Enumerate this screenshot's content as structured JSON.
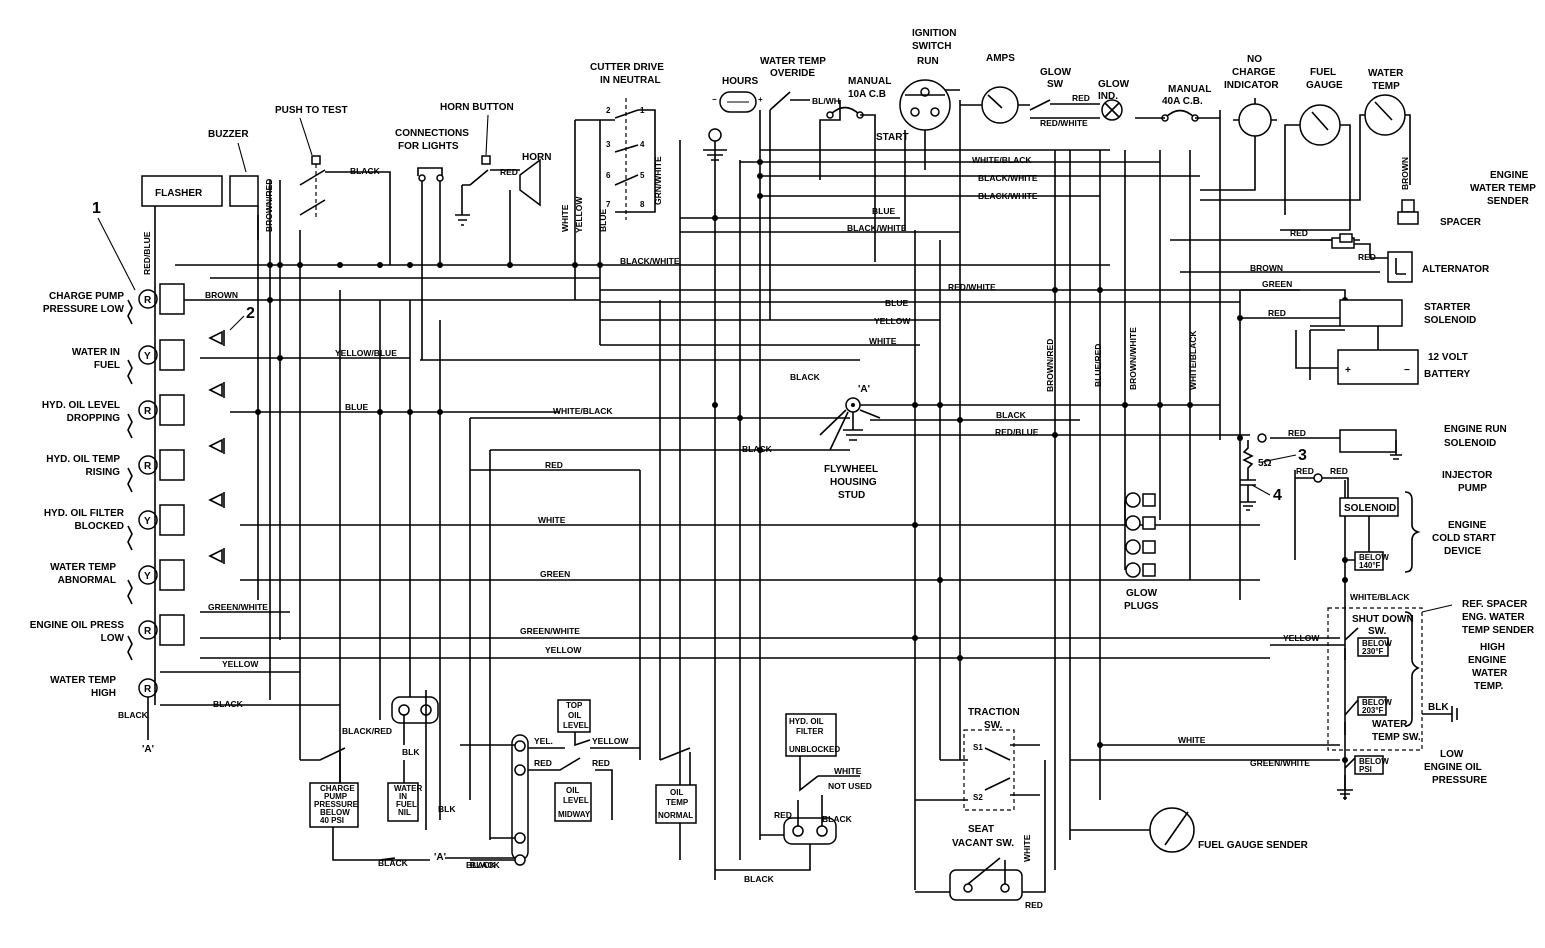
{
  "callouts": [
    "1",
    "2",
    "3",
    "4"
  ],
  "left_indicators": [
    {
      "label_lines": [
        "CHARGE PUMP",
        "PRESSURE LOW"
      ],
      "symbol": "R"
    },
    {
      "label_lines": [
        "WATER IN",
        "FUEL"
      ],
      "symbol": "Y"
    },
    {
      "label_lines": [
        "HYD. OIL LEVEL",
        "DROPPING"
      ],
      "symbol": "R"
    },
    {
      "label_lines": [
        "HYD. OIL TEMP",
        "RISING"
      ],
      "symbol": "R"
    },
    {
      "label_lines": [
        "HYD. OIL FILTER",
        "BLOCKED"
      ],
      "symbol": "Y"
    },
    {
      "label_lines": [
        "WATER TEMP",
        "ABNORMAL"
      ],
      "symbol": "Y"
    },
    {
      "label_lines": [
        "ENGINE OIL PRESS",
        "LOW"
      ],
      "symbol": "R"
    },
    {
      "label_lines": [
        "WATER TEMP",
        "HIGH"
      ],
      "symbol": "R"
    }
  ],
  "components": {
    "flasher": "FLASHER",
    "buzzer": "BUZZER",
    "push_to_test": "PUSH TO TEST",
    "connections_for_lights": [
      "CONNECTIONS",
      "FOR LIGHTS"
    ],
    "horn_button": "HORN BUTTON",
    "horn": "HORN",
    "cutter_drive": [
      "CUTTER DRIVE",
      "IN NEUTRAL"
    ],
    "hours": "HOURS",
    "water_temp_overide": [
      "WATER TEMP",
      "OVERIDE"
    ],
    "manual_10a": [
      "MANUAL",
      "10A C.B"
    ],
    "ignition_switch": [
      "IGNITION",
      "SWITCH"
    ],
    "run": "RUN",
    "start": "START",
    "amps": "AMPS",
    "glow_sw": [
      "GLOW",
      "SW"
    ],
    "glow_ind": [
      "GLOW",
      "IND."
    ],
    "manual_40a": [
      "MANUAL",
      "40A C.B."
    ],
    "no_charge_indicator": [
      "NO",
      "CHARGE",
      "INDICATOR"
    ],
    "fuel_gauge": [
      "FUEL",
      "GAUGE"
    ],
    "water_temp_gauge": [
      "WATER",
      "TEMP"
    ],
    "engine_water_temp_sender": [
      "ENGINE",
      "WATER TEMP",
      "SENDER"
    ],
    "spacer": "SPACER",
    "alternator": "ALTERNATOR",
    "starter_solenoid": [
      "STARTER",
      "SOLENOID"
    ],
    "battery": [
      "12 VOLT",
      "BATTERY"
    ],
    "battery_plus": "+",
    "battery_minus": "−",
    "engine_run_solenoid": [
      "ENGINE RUN",
      "SOLENOID"
    ],
    "injector_pump": [
      "INJECTOR",
      "PUMP"
    ],
    "solenoid": "SOLENOID",
    "engine_cold_start": [
      "ENGINE",
      "COLD START",
      "DEVICE"
    ],
    "below_140": [
      "BELOW",
      "140°F"
    ],
    "ref_spacer": [
      "REF. SPACER",
      "ENG. WATER",
      "TEMP SENDER"
    ],
    "shut_down_sw": [
      "SHUT DOWN",
      "SW."
    ],
    "below_230": [
      "BELOW",
      "230°F"
    ],
    "high_engine_water_temp": [
      "HIGH",
      "ENGINE",
      "WATER",
      "TEMP."
    ],
    "below_203": [
      "BELOW",
      "203°F"
    ],
    "water_temp_sw": [
      "WATER",
      "TEMP SW."
    ],
    "blk": "BLK",
    "low_engine_oil_pressure": [
      "LOW",
      "ENGINE OIL",
      "PRESSURE"
    ],
    "below_psi": [
      "BELOW",
      "PSI"
    ],
    "flywheel_housing_stud": [
      "FLYWHEEL",
      "HOUSING",
      "STUD"
    ],
    "a_marker": "'A'",
    "five_ohm": "5Ω",
    "glow_plugs": [
      "GLOW",
      "PLUGS"
    ],
    "traction_sw": [
      "TRACTION",
      "SW."
    ],
    "s1": "S1",
    "s2": "S2",
    "seat_vacant_sw": [
      "SEAT",
      "VACANT SW."
    ],
    "fuel_gauge_sender": "FUEL GAUGE SENDER",
    "hyd_oil_filter_box": [
      "HYD. OIL",
      "FILTER",
      "UNBLOCKED"
    ],
    "not_used": "NOT USED",
    "top_oil_level": [
      "TOP",
      "OIL",
      "LEVEL"
    ],
    "oil_level_midway": [
      "OIL",
      "LEVEL",
      "MIDWAY"
    ],
    "oil_temp_normal": [
      "OIL",
      "TEMP",
      "NORMAL"
    ],
    "charge_pump_pressure_box": [
      "CHARGE",
      "PUMP",
      "PRESSURE",
      "BELOW",
      "40 PSI"
    ],
    "water_in_fuel_box": [
      "WATER",
      "IN",
      "FUEL",
      "NIL"
    ],
    "cutter_terminals": [
      "1",
      "2",
      "3",
      "4",
      "5",
      "6",
      "7",
      "8"
    ]
  },
  "wire_labels": {
    "black": "BLACK",
    "red": "RED",
    "white": "WHITE",
    "green": "GREEN",
    "yellow": "YELLOW",
    "blue": "BLUE",
    "brown": "BROWN",
    "blk": "BLK",
    "yel": "YEL.",
    "red_blue": "RED/BLUE",
    "brown_red": "BROWN/RED",
    "yellow_blue": "YELLOW/BLUE",
    "white_black": "WHITE/BLACK",
    "black_white": "BLACK/WHITE",
    "red_white": "RED/WHITE",
    "green_white": "GREEN/WHITE",
    "grn_white": "GRN/WHITE",
    "black_red": "BLACK/RED",
    "bl_wh": "BL/WH",
    "blue_red": "BLUE/RED",
    "brown_white": "BROWN/WHITE"
  }
}
